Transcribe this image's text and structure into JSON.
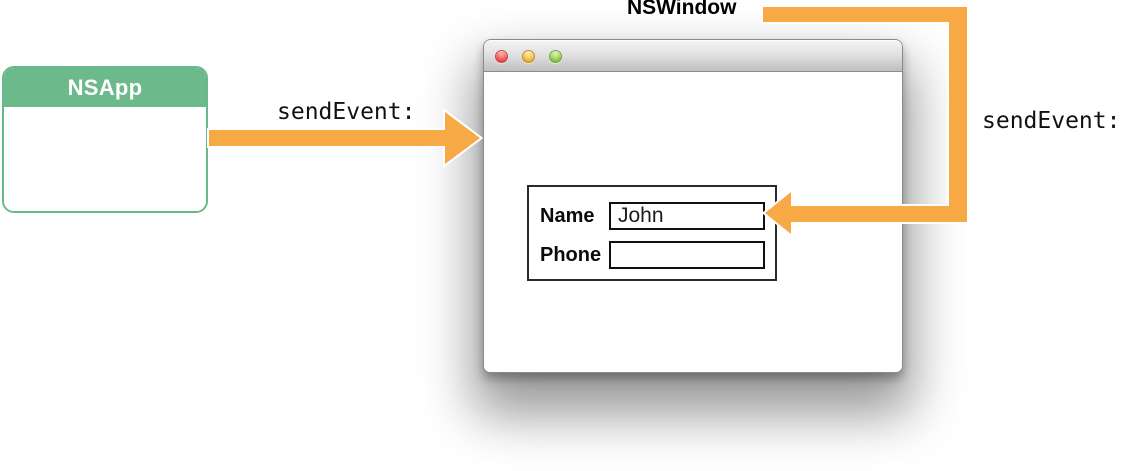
{
  "colors": {
    "accent_orange": "#F6A945",
    "nsapp_green": "#6CB98C",
    "nsapp_border_green": "#67B98B"
  },
  "nsapp": {
    "title": "NSApp"
  },
  "labels": {
    "nswindow": "NSWindow",
    "send_event_left": "sendEvent:",
    "send_event_right": "sendEvent:"
  },
  "window": {
    "traffic_lights": [
      {
        "name": "close",
        "color": "#EE4C47"
      },
      {
        "name": "minimize",
        "color": "#F0B52F"
      },
      {
        "name": "zoom",
        "color": "#8BC943"
      }
    ],
    "form": {
      "rows": [
        {
          "label": "Name",
          "value": "John"
        },
        {
          "label": "Phone",
          "value": ""
        }
      ]
    }
  }
}
